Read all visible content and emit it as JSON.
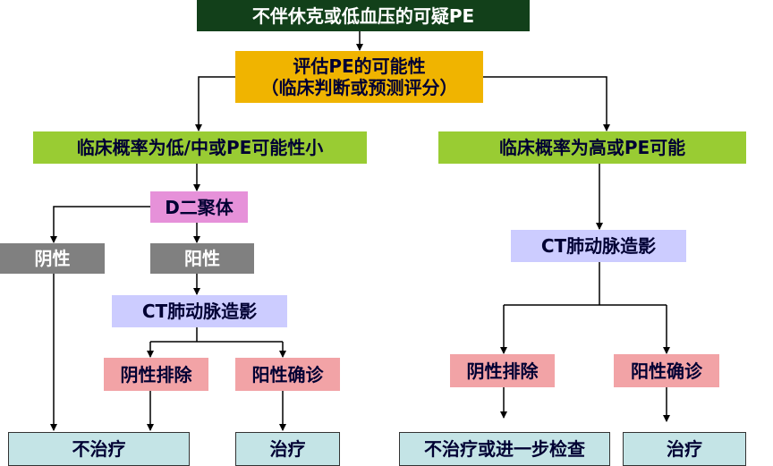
{
  "colors": {
    "dark_green": "#12401a",
    "gold": "#f0b400",
    "yellow_green": "#99cc33",
    "magenta_pink": "#e691d9",
    "gray": "#808080",
    "lavender": "#ccccff",
    "salmon": "#f2a3a6",
    "light_teal": "#c4e4e6"
  },
  "nodes": {
    "suspected_pe": "不伴休克或低血压的可疑PE",
    "assess": {
      "line1": "评估PE的可能性",
      "line2": "（临床判断或预测评分）"
    },
    "low_prob": "临床概率为低/中或PE可能性小",
    "high_prob": "临床概率为高或PE可能",
    "d_dimer": "D二聚体",
    "negative": "阴性",
    "positive": "阳性",
    "ct_left": "CT肺动脉造影",
    "excluded_left": "阴性排除",
    "confirmed_left": "阳性确诊",
    "ct_right": "CT肺动脉造影",
    "excluded_right": "阴性排除",
    "confirmed_right": "阳性确诊",
    "no_treatment_left": "不治疗",
    "treatment_left": "治疗",
    "no_treatment_or_further": "不治疗或进一步检查",
    "treatment_right": "治疗"
  }
}
